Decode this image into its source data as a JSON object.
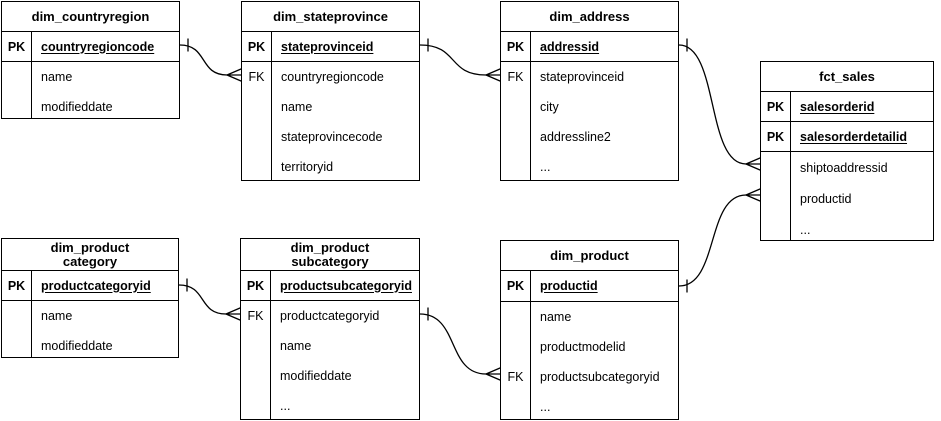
{
  "canvas": {
    "background_color": "#ffffff",
    "line_color": "#000000",
    "text_color": "#000000"
  },
  "tables": [
    {
      "name": "dim_countryregion",
      "rows": [
        {
          "key": "PK",
          "field": "countryregioncode",
          "pk": true
        },
        {
          "key": "",
          "field": "name",
          "pk": false
        },
        {
          "key": "",
          "field": "modifieddate",
          "pk": false
        }
      ]
    },
    {
      "name": "dim_stateprovince",
      "rows": [
        {
          "key": "PK",
          "field": "stateprovinceid",
          "pk": true
        },
        {
          "key": "FK",
          "field": "countryregioncode",
          "pk": false
        },
        {
          "key": "",
          "field": "name",
          "pk": false
        },
        {
          "key": "",
          "field": "stateprovincecode",
          "pk": false
        },
        {
          "key": "",
          "field": "territoryid",
          "pk": false
        }
      ]
    },
    {
      "name": "dim_address",
      "rows": [
        {
          "key": "PK",
          "field": "addressid",
          "pk": true
        },
        {
          "key": "FK",
          "field": "stateprovinceid",
          "pk": false
        },
        {
          "key": "",
          "field": "city",
          "pk": false
        },
        {
          "key": "",
          "field": "addressline2",
          "pk": false
        },
        {
          "key": "",
          "field": "...",
          "pk": false
        }
      ]
    },
    {
      "name": "fct_sales",
      "rows": [
        {
          "key": "PK",
          "field": "salesorderid",
          "pk": true
        },
        {
          "key": "PK",
          "field": "salesorderdetailid",
          "pk": true
        },
        {
          "key": "",
          "field": "shiptoaddressid",
          "pk": false
        },
        {
          "key": "",
          "field": "productid",
          "pk": false
        },
        {
          "key": "",
          "field": "...",
          "pk": false
        }
      ]
    },
    {
      "name": "dim_product\ncategory",
      "rows": [
        {
          "key": "PK",
          "field": "productcategoryid",
          "pk": true
        },
        {
          "key": "",
          "field": "name",
          "pk": false
        },
        {
          "key": "",
          "field": "modifieddate",
          "pk": false
        }
      ]
    },
    {
      "name": "dim_product\nsubcategory",
      "rows": [
        {
          "key": "PK",
          "field": "productsubcategoryid",
          "pk": true
        },
        {
          "key": "FK",
          "field": "productcategoryid",
          "pk": false
        },
        {
          "key": "",
          "field": "name",
          "pk": false
        },
        {
          "key": "",
          "field": "modifieddate",
          "pk": false
        },
        {
          "key": "",
          "field": "...",
          "pk": false
        }
      ]
    },
    {
      "name": "dim_product",
      "rows": [
        {
          "key": "PK",
          "field": "productid",
          "pk": true
        },
        {
          "key": "",
          "field": "name",
          "pk": false
        },
        {
          "key": "",
          "field": "productmodelid",
          "pk": false
        },
        {
          "key": "FK",
          "field": "productsubcategoryid",
          "pk": false
        },
        {
          "key": "",
          "field": "...",
          "pk": false
        }
      ]
    }
  ],
  "relationships": [
    {
      "from_table": "dim_countryregion",
      "from_column": "countryregioncode",
      "to_table": "dim_stateprovince",
      "to_column": "countryregioncode",
      "cardinality": "one-to-many"
    },
    {
      "from_table": "dim_stateprovince",
      "from_column": "stateprovinceid",
      "to_table": "dim_address",
      "to_column": "stateprovinceid",
      "cardinality": "one-to-many"
    },
    {
      "from_table": "dim_address",
      "from_column": "addressid",
      "to_table": "fct_sales",
      "to_column": "shiptoaddressid",
      "cardinality": "one-to-many"
    },
    {
      "from_table": "dim_product",
      "from_column": "productid",
      "to_table": "fct_sales",
      "to_column": "productid",
      "cardinality": "one-to-many"
    },
    {
      "from_table": "dim_product category",
      "from_column": "productcategoryid",
      "to_table": "dim_product subcategory",
      "to_column": "productcategoryid",
      "cardinality": "one-to-many"
    },
    {
      "from_table": "dim_product subcategory",
      "from_column": "productsubcategoryid",
      "to_table": "dim_product",
      "to_column": "productsubcategoryid",
      "cardinality": "one-to-many"
    }
  ]
}
